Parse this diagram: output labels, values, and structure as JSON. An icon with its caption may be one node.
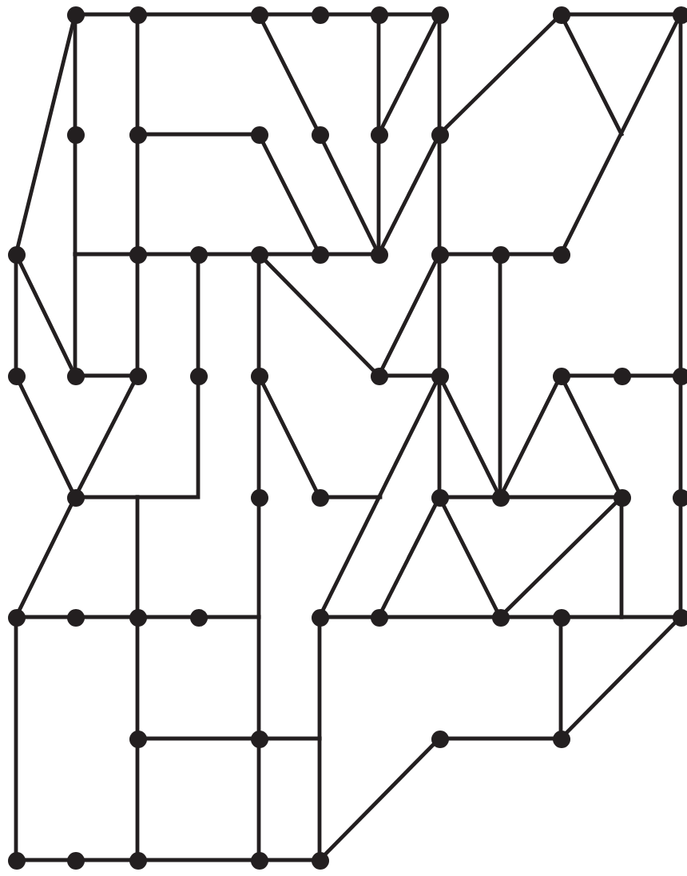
{
  "diagram": {
    "nodes": [
      {
        "text": [],
        "shape": "circle"
      },
      {
        "text": [],
        "shape": "circle"
      },
      {
        "text": [],
        "shape": "circle"
      },
      {
        "text": [],
        "shape": "circle"
      },
      {
        "text": [],
        "shape": "circle"
      },
      {
        "text": [],
        "shape": "circle"
      },
      {
        "text": [],
        "shape": "circle"
      },
      {
        "text": [],
        "shape": "circle"
      },
      {
        "text": [],
        "shape": "circle"
      },
      {
        "text": [],
        "shape": "circle"
      },
      {
        "text": [],
        "shape": "circle"
      },
      {
        "text": [],
        "shape": "circle"
      },
      {
        "text": [],
        "shape": "circle"
      },
      {
        "text": [],
        "shape": "circle"
      },
      {
        "text": [],
        "shape": "circle"
      },
      {
        "text": [],
        "shape": "circle"
      },
      {
        "text": [],
        "shape": "circle"
      },
      {
        "text": [],
        "shape": "circle"
      },
      {
        "text": [],
        "shape": "circle"
      },
      {
        "text": [],
        "shape": "circle"
      },
      {
        "text": [],
        "shape": "circle"
      },
      {
        "text": [],
        "shape": "circle"
      },
      {
        "text": [],
        "shape": "circle"
      },
      {
        "text": [],
        "shape": "circle"
      },
      {
        "text": [],
        "shape": "circle"
      },
      {
        "text": [],
        "shape": "circle"
      },
      {
        "text": [],
        "shape": "circle"
      },
      {
        "text": [],
        "shape": "circle"
      },
      {
        "text": [],
        "shape": "circle"
      },
      {
        "text": [],
        "shape": "circle"
      },
      {
        "text": [],
        "shape": "circle"
      },
      {
        "text": [],
        "shape": "circle"
      },
      {
        "text": [],
        "shape": "circle"
      },
      {
        "text": [],
        "shape": "circle"
      },
      {
        "text": [],
        "shape": "circle"
      },
      {
        "text": [],
        "shape": "circle"
      },
      {
        "text": [],
        "shape": "circle"
      },
      {
        "text": [],
        "shape": "circle"
      },
      {
        "text": [],
        "shape": "circle"
      },
      {
        "text": [],
        "shape": "circle"
      },
      {
        "text": [],
        "shape": "circle"
      },
      {
        "text": [],
        "shape": "circle"
      },
      {
        "text": [],
        "shape": "circle"
      },
      {
        "text": [],
        "shape": "circle"
      },
      {
        "text": [],
        "shape": "circle"
      },
      {
        "text": [],
        "shape": "circle"
      },
      {
        "text": [],
        "shape": "circle"
      },
      {
        "text": [],
        "shape": "circle"
      },
      {
        "text": [],
        "shape": "circle"
      },
      {
        "text": [],
        "shape": "circle"
      },
      {
        "text": [],
        "shape": "circle"
      },
      {
        "text": [],
        "shape": "circle"
      },
      {
        "text": [],
        "shape": "circle"
      },
      {
        "text": [],
        "shape": "circle"
      },
      {
        "text": [],
        "shape": "circle"
      },
      {
        "text": [],
        "shape": "circle"
      },
      {
        "text": [],
        "shape": "circle"
      },
      {
        "text": [],
        "shape": "circle"
      }
    ],
    "edges": [
      {
        "from": 0,
        "to": 1,
        "arrow": "none"
      },
      {
        "from": 1,
        "to": 2,
        "arrow": "none"
      },
      {
        "from": 2,
        "to": 3,
        "arrow": "none"
      },
      {
        "from": 3,
        "to": 4,
        "arrow": "none"
      },
      {
        "from": 4,
        "to": 5,
        "arrow": "none"
      },
      {
        "from": 6,
        "to": 7,
        "arrow": "none"
      },
      {
        "from": 0,
        "to": 14,
        "arrow": "none"
      },
      {
        "from": 0,
        "to": 8,
        "arrow": "none"
      },
      {
        "from": 8,
        "to": 24,
        "arrow": "none"
      },
      {
        "from": 1,
        "to": 9,
        "arrow": "none"
      },
      {
        "from": 9,
        "to": 15,
        "arrow": "none"
      },
      {
        "from": 15,
        "to": 25,
        "arrow": "none"
      },
      {
        "from": 9,
        "to": 10,
        "arrow": "none"
      },
      {
        "from": 10,
        "to": 18,
        "arrow": "none"
      },
      {
        "from": 2,
        "to": 11,
        "arrow": "none"
      },
      {
        "from": 11,
        "to": 19,
        "arrow": "none"
      },
      {
        "from": 4,
        "to": 12,
        "arrow": "none"
      },
      {
        "from": 12,
        "to": 19,
        "arrow": "none"
      },
      {
        "from": 5,
        "to": 12,
        "arrow": "none"
      },
      {
        "from": 5,
        "to": 13,
        "arrow": "none"
      },
      {
        "from": 13,
        "to": 20,
        "arrow": "none"
      },
      {
        "from": 13,
        "to": 19,
        "arrow": "none"
      },
      {
        "from": 13,
        "to": 6,
        "arrow": "none"
      },
      {
        "from": 6,
        "to": null,
        "arrow": "none"
      },
      {
        "from": 7,
        "to": 22,
        "arrow": "none"
      },
      {
        "from": 7,
        "to": 32,
        "arrow": "none"
      },
      {
        "from": 15,
        "to": null,
        "arrow": "none"
      },
      {
        "from": 15,
        "to": 16,
        "arrow": "none"
      },
      {
        "from": 16,
        "to": 17,
        "arrow": "none"
      },
      {
        "from": 17,
        "to": 18,
        "arrow": "none"
      },
      {
        "from": 18,
        "to": 19,
        "arrow": "none"
      },
      {
        "from": 20,
        "to": 21,
        "arrow": "none"
      },
      {
        "from": 21,
        "to": 22,
        "arrow": "none"
      },
      {
        "from": 16,
        "to": 26,
        "arrow": "none"
      },
      {
        "from": 17,
        "to": 27,
        "arrow": "none"
      },
      {
        "from": 17,
        "to": 28,
        "arrow": "none"
      },
      {
        "from": 20,
        "to": 29,
        "arrow": "none"
      },
      {
        "from": 20,
        "to": 28,
        "arrow": "none"
      },
      {
        "from": 21,
        "to": 37,
        "arrow": "none"
      },
      {
        "from": 14,
        "to": 23,
        "arrow": "none"
      },
      {
        "from": 14,
        "to": 24,
        "arrow": "none"
      },
      {
        "from": 23,
        "to": 33,
        "arrow": "none"
      },
      {
        "from": 25,
        "to": 33,
        "arrow": "none"
      },
      {
        "from": 24,
        "to": 25,
        "arrow": "none"
      },
      {
        "from": 33,
        "to": 26,
        "arrow": "none"
      },
      {
        "from": 42,
        "to": null,
        "arrow": "none"
      },
      {
        "from": 33,
        "to": 40,
        "arrow": "none"
      },
      {
        "from": 27,
        "to": 34,
        "arrow": "none"
      },
      {
        "from": 27,
        "to": 35,
        "arrow": "none"
      },
      {
        "from": 34,
        "to": 50,
        "arrow": "none"
      },
      {
        "from": 35,
        "to": null,
        "arrow": "none"
      },
      {
        "from": 28,
        "to": 29,
        "arrow": "none"
      },
      {
        "from": 29,
        "to": 36,
        "arrow": "none"
      },
      {
        "from": 29,
        "to": 37,
        "arrow": "none"
      },
      {
        "from": 29,
        "to": 44,
        "arrow": "none"
      },
      {
        "from": 37,
        "to": 30,
        "arrow": "none"
      },
      {
        "from": 30,
        "to": 38,
        "arrow": "none"
      },
      {
        "from": 30,
        "to": 31,
        "arrow": "none"
      },
      {
        "from": 31,
        "to": 32,
        "arrow": "none"
      },
      {
        "from": 32,
        "to": 39,
        "arrow": "none"
      },
      {
        "from": 39,
        "to": 48,
        "arrow": "none"
      },
      {
        "from": 36,
        "to": 37,
        "arrow": "none"
      },
      {
        "from": 37,
        "to": 38,
        "arrow": "none"
      },
      {
        "from": 36,
        "to": 45,
        "arrow": "none"
      },
      {
        "from": 36,
        "to": 46,
        "arrow": "none"
      },
      {
        "from": 38,
        "to": 46,
        "arrow": "none"
      },
      {
        "from": 38,
        "to": null,
        "arrow": "none"
      },
      {
        "from": 40,
        "to": 41,
        "arrow": "none"
      },
      {
        "from": 41,
        "to": 42,
        "arrow": "none"
      },
      {
        "from": 42,
        "to": 43,
        "arrow": "none"
      },
      {
        "from": 43,
        "to": null,
        "arrow": "none"
      },
      {
        "from": 44,
        "to": 45,
        "arrow": "none"
      },
      {
        "from": 45,
        "to": 46,
        "arrow": "none"
      },
      {
        "from": 46,
        "to": 47,
        "arrow": "none"
      },
      {
        "from": 47,
        "to": 48,
        "arrow": "none"
      },
      {
        "from": 40,
        "to": 53,
        "arrow": "none"
      },
      {
        "from": 42,
        "to": 49,
        "arrow": "none"
      },
      {
        "from": 49,
        "to": 55,
        "arrow": "none"
      },
      {
        "from": 49,
        "to": 50,
        "arrow": "none"
      },
      {
        "from": 50,
        "to": null,
        "arrow": "none"
      },
      {
        "from": 50,
        "to": 56,
        "arrow": "none"
      },
      {
        "from": 44,
        "to": 57,
        "arrow": "none"
      },
      {
        "from": 47,
        "to": 52,
        "arrow": "none"
      },
      {
        "from": 48,
        "to": 52,
        "arrow": "none"
      },
      {
        "from": 52,
        "to": 51,
        "arrow": "none"
      },
      {
        "from": 51,
        "to": 57,
        "arrow": "none"
      },
      {
        "from": 53,
        "to": 54,
        "arrow": "none"
      },
      {
        "from": 54,
        "to": 55,
        "arrow": "none"
      },
      {
        "from": 55,
        "to": 56,
        "arrow": "none"
      },
      {
        "from": 56,
        "to": 57,
        "arrow": "none"
      }
    ]
  }
}
